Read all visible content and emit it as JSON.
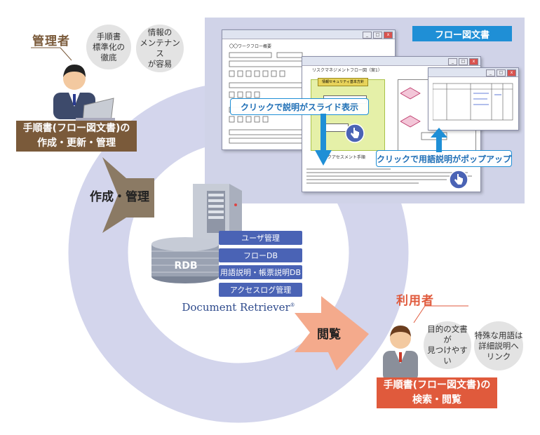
{
  "panel": {
    "title": "フロー図文書",
    "win1_title": "〇〇ワークフロー概要",
    "win2_title": "リスクマネジメントフロー図（案1）",
    "win2_box": "情報セキュリティ基本方針",
    "win2_sub": "リスクアセスメント手順",
    "callout_slide": "クリックで説明がスライド表示",
    "callout_popup": "クリックで用語説明がポップアップ"
  },
  "admin": {
    "title": "管理者",
    "bubble1": "手順書\n標準化の\n徹底",
    "bubble2": "情報の\nメンテナンス\nが容易",
    "label": "手順書(フロー図文書)の\n作成・更新・管理",
    "color": "#7a5a3a"
  },
  "user": {
    "title": "利用者",
    "bubble1": "目的の文書が\n見つけやすい",
    "bubble2": "特殊な用語は\n詳細説明へ\nリンク",
    "label": "手順書(フロー図文書)の\n検索・閲覧",
    "color": "#e05a3c"
  },
  "arrows": {
    "create": "作成・管理",
    "browse": "閲覧"
  },
  "system": {
    "rdb": "RDB",
    "rows": [
      "ユーザ管理",
      "フローDB",
      "用語説明・帳票説明DB",
      "アクセスログ管理"
    ],
    "brand": "Document Retriever",
    "brand_mark": "®"
  },
  "colors": {
    "ring": "#d3d5ec",
    "accent_blue": "#1f8fd6",
    "db_blue": "#4a63b5"
  }
}
